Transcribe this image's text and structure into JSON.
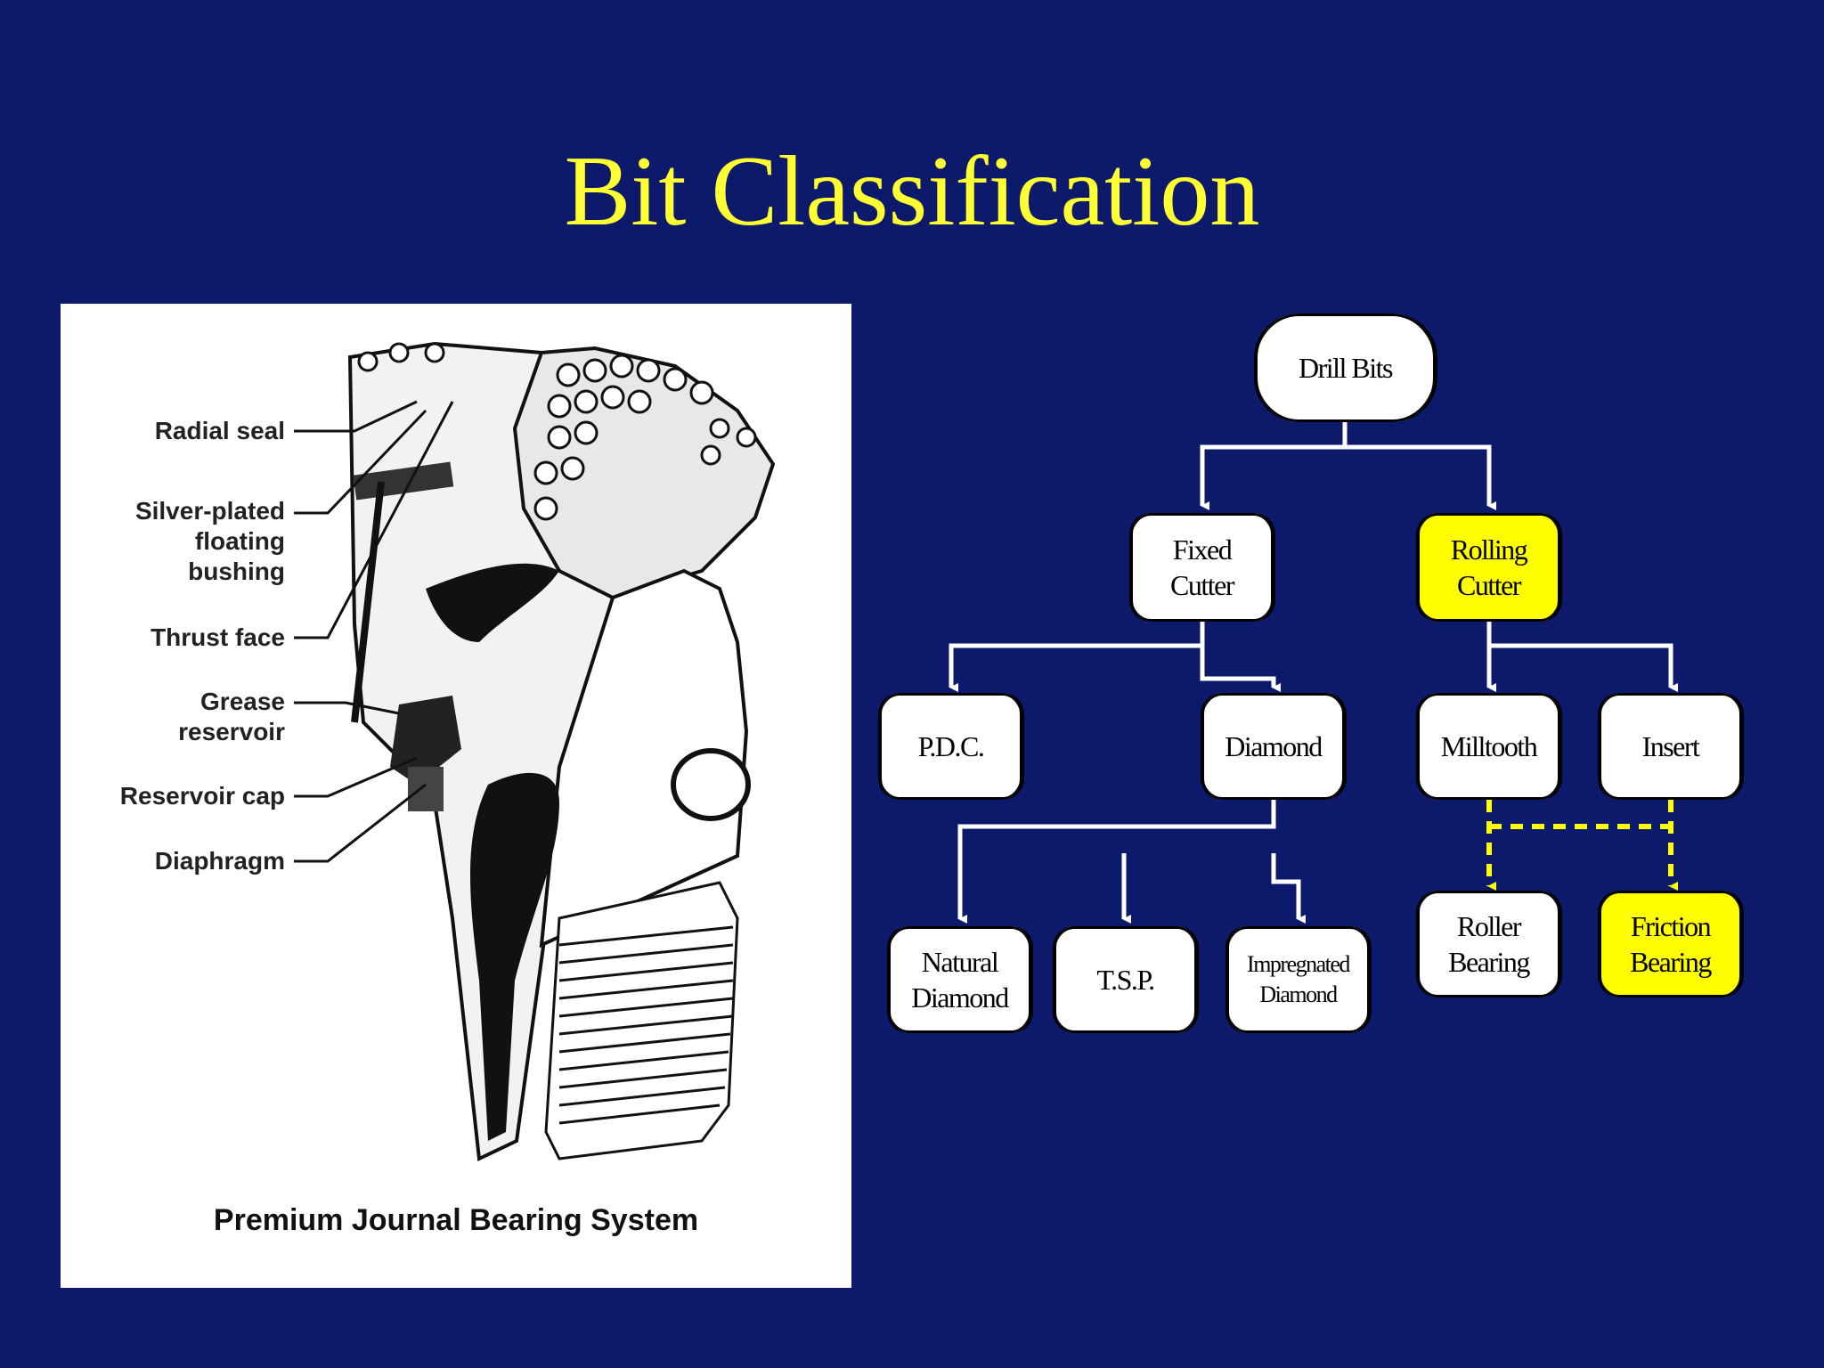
{
  "slide": {
    "title": "Bit Classification"
  },
  "figure": {
    "callouts": [
      "Radial seal",
      "Silver-plated\nfloating\nbushing",
      "Thrust face",
      "Grease\nreservoir",
      "Reservoir cap",
      "Diaphragm"
    ],
    "caption": "Premium Journal Bearing System"
  },
  "tree": {
    "root": "Drill Bits",
    "fixed_cutter": "Fixed\nCutter",
    "rolling_cutter": "Rolling\nCutter",
    "pdc": "P.D.C.",
    "diamond": "Diamond",
    "milltooth": "Milltooth",
    "insert": "Insert",
    "natural_diamond": "Natural\nDiamond",
    "tsp": "T.S.P.",
    "impregnated_diamond": "Impregnated\nDiamond",
    "roller_bearing": "Roller\nBearing",
    "friction_bearing": "Friction\nBearing",
    "highlighted": [
      "Rolling Cutter",
      "Friction Bearing"
    ]
  },
  "colors": {
    "background": "#0d1a6b",
    "title": "#ffff33",
    "highlight": "#ffff00",
    "connector": "#ffffff",
    "dashed_connector": "#ffff00"
  }
}
